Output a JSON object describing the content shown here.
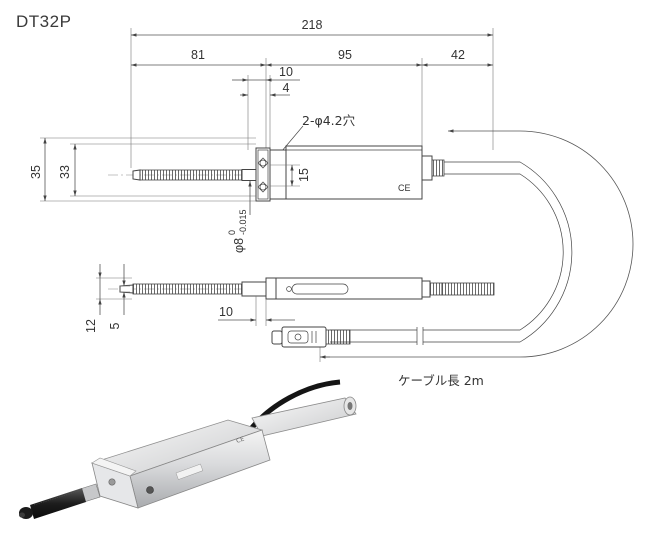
{
  "title": "DT32P",
  "dimensions": {
    "overall": "218",
    "left_length": "81",
    "body_length": "95",
    "cable_offset": "42",
    "flange_10": "10",
    "flange_4": "4",
    "mount_holes": "2-φ4.2穴",
    "height_35": "35",
    "height_33": "33",
    "body_15": "15",
    "stem_dia": "φ8",
    "stem_tol_upper": "0",
    "stem_tol_lower": "-0.015",
    "side_12": "12",
    "side_5": "5",
    "side_10": "10"
  },
  "cable_label": "ケーブル長 2m",
  "marks": {
    "ce": "CE"
  },
  "photo": {
    "description_icon": "sensor-photo"
  }
}
